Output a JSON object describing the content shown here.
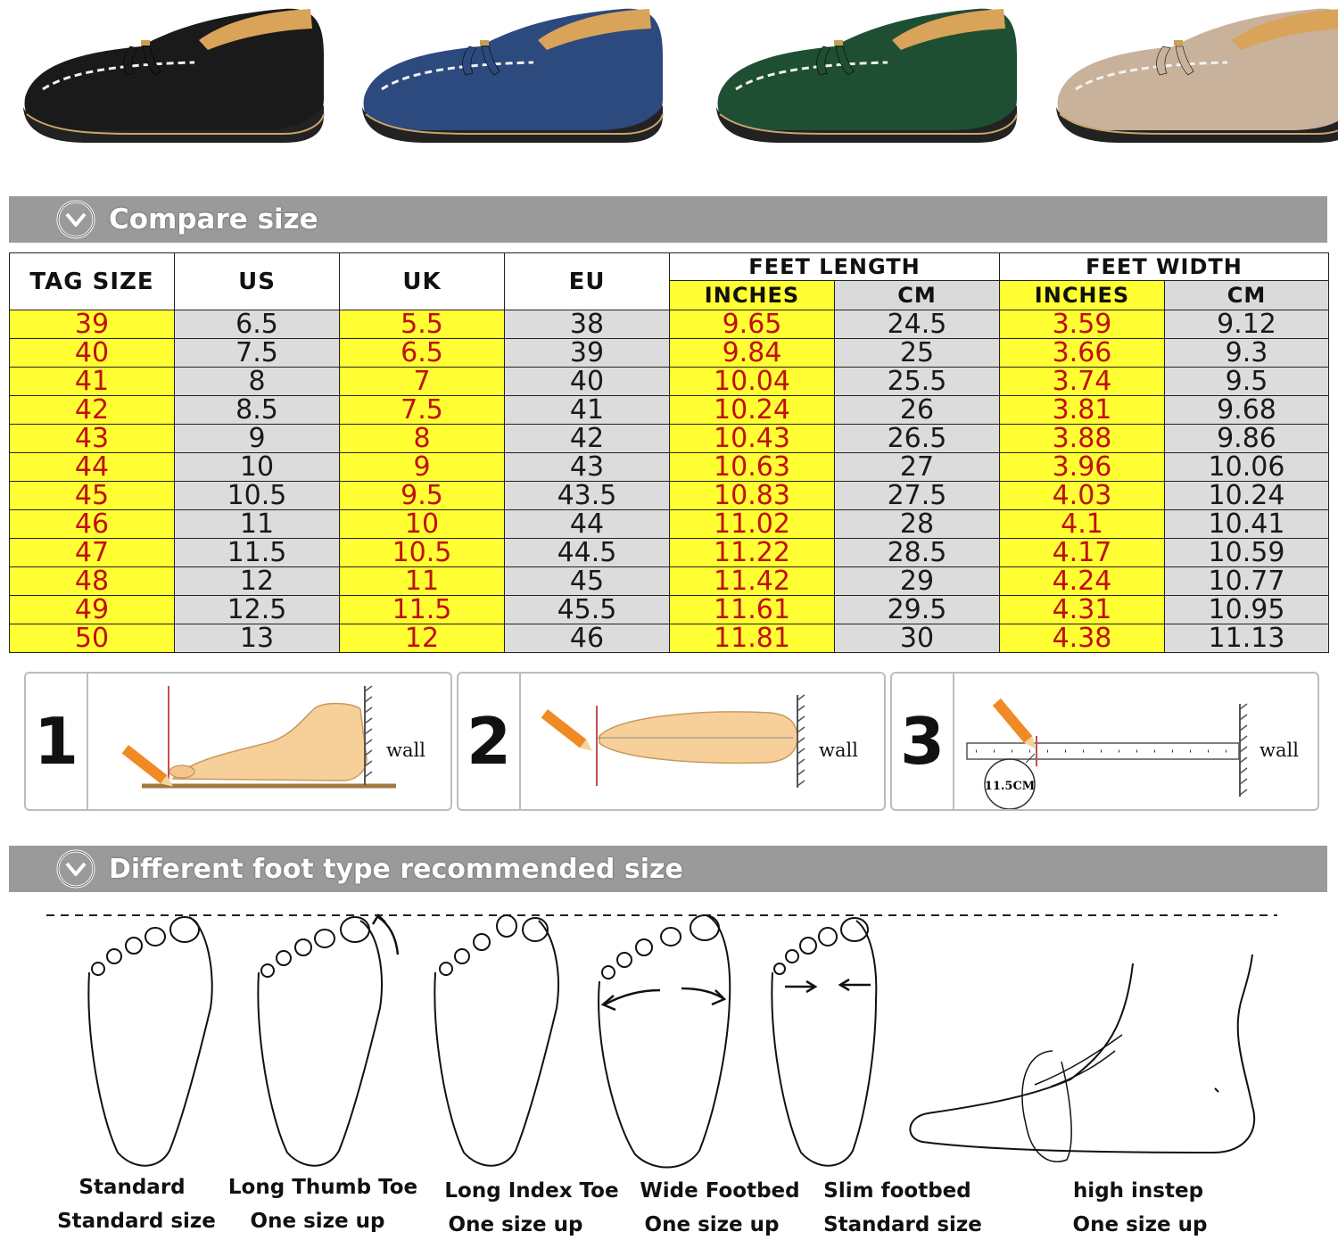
{
  "shoes": [
    {
      "color_name": "black",
      "color": "#1a1a1a"
    },
    {
      "color_name": "navy",
      "color": "#2c4a7e"
    },
    {
      "color_name": "green",
      "color": "#1f4f33"
    },
    {
      "color_name": "khaki",
      "color": "#c9b29c"
    }
  ],
  "compare_header": {
    "title": "Compare size",
    "icon": "chevron-down-circle-icon"
  },
  "table": {
    "headers": {
      "tag": "TAG SIZE",
      "us": "US",
      "uk": "UK",
      "eu": "EU",
      "feet_length": "FEET LENGTH",
      "feet_width": "FEET WIDTH",
      "inches": "INCHES",
      "cm": "CM"
    },
    "rows": [
      {
        "tag": "39",
        "us": "6.5",
        "uk": "5.5",
        "eu": "38",
        "len_in": "9.65",
        "len_cm": "24.5",
        "wid_in": "3.59",
        "wid_cm": "9.12"
      },
      {
        "tag": "40",
        "us": "7.5",
        "uk": "6.5",
        "eu": "39",
        "len_in": "9.84",
        "len_cm": "25",
        "wid_in": "3.66",
        "wid_cm": "9.3"
      },
      {
        "tag": "41",
        "us": "8",
        "uk": "7",
        "eu": "40",
        "len_in": "10.04",
        "len_cm": "25.5",
        "wid_in": "3.74",
        "wid_cm": "9.5"
      },
      {
        "tag": "42",
        "us": "8.5",
        "uk": "7.5",
        "eu": "41",
        "len_in": "10.24",
        "len_cm": "26",
        "wid_in": "3.81",
        "wid_cm": "9.68"
      },
      {
        "tag": "43",
        "us": "9",
        "uk": "8",
        "eu": "42",
        "len_in": "10.43",
        "len_cm": "26.5",
        "wid_in": "3.88",
        "wid_cm": "9.86"
      },
      {
        "tag": "44",
        "us": "10",
        "uk": "9",
        "eu": "43",
        "len_in": "10.63",
        "len_cm": "27",
        "wid_in": "3.96",
        "wid_cm": "10.06"
      },
      {
        "tag": "45",
        "us": "10.5",
        "uk": "9.5",
        "eu": "43.5",
        "len_in": "10.83",
        "len_cm": "27.5",
        "wid_in": "4.03",
        "wid_cm": "10.24"
      },
      {
        "tag": "46",
        "us": "11",
        "uk": "10",
        "eu": "44",
        "len_in": "11.02",
        "len_cm": "28",
        "wid_in": "4.1",
        "wid_cm": "10.41"
      },
      {
        "tag": "47",
        "us": "11.5",
        "uk": "10.5",
        "eu": "44.5",
        "len_in": "11.22",
        "len_cm": "28.5",
        "wid_in": "4.17",
        "wid_cm": "10.59"
      },
      {
        "tag": "48",
        "us": "12",
        "uk": "11",
        "eu": "45",
        "len_in": "11.42",
        "len_cm": "29",
        "wid_in": "4.24",
        "wid_cm": "10.77"
      },
      {
        "tag": "49",
        "us": "12.5",
        "uk": "11.5",
        "eu": "45.5",
        "len_in": "11.61",
        "len_cm": "29.5",
        "wid_in": "4.31",
        "wid_cm": "10.95"
      },
      {
        "tag": "50",
        "us": "13",
        "uk": "12",
        "eu": "46",
        "len_in": "11.81",
        "len_cm": "30",
        "wid_in": "4.38",
        "wid_cm": "11.13"
      }
    ]
  },
  "steps": [
    {
      "number": "1",
      "wall": "wall"
    },
    {
      "number": "2",
      "wall": "wall"
    },
    {
      "number": "3",
      "wall": "wall",
      "measure": "11.5CM"
    }
  ],
  "foot_header": {
    "title": "Different foot type recommended size",
    "icon": "chevron-down-circle-icon"
  },
  "foot_types": [
    {
      "name": "Standard",
      "recommendation": "Standard size"
    },
    {
      "name": "Long Thumb Toe",
      "recommendation": "One size up"
    },
    {
      "name": "Long Index Toe",
      "recommendation": "One size up"
    },
    {
      "name": "Wide Footbed",
      "recommendation": "One size up"
    },
    {
      "name": "Slim footbed",
      "recommendation": "Standard size"
    },
    {
      "name": "high instep",
      "recommendation": "One size up"
    }
  ],
  "colors": {
    "header_bg": "#9a9a9a",
    "yellow": "#ffff33",
    "grey": "#dcdcdc",
    "red_text": "#c01010"
  }
}
